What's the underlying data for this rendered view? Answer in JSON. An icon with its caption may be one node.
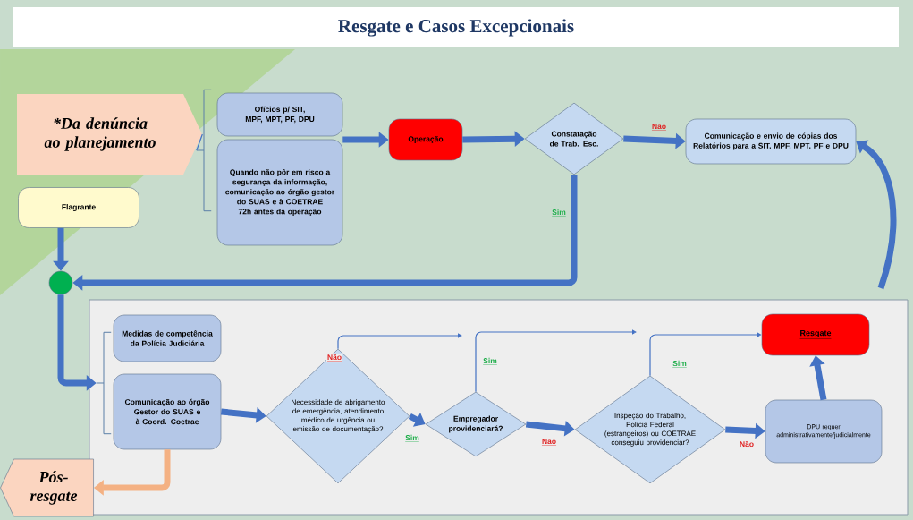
{
  "diagram": {
    "title": "Resgate e Casos Excepcionais",
    "nodes": [
      {
        "text": [
          "*Da denúncia ao planejamento"
        ]
      },
      {
        "text": [
          "Ofícios p/ SIT, MPF, MPT, PF, DPU"
        ]
      },
      {
        "text": [
          "Quando não pôr em risco a segurança da informação, comunicação ao órgão gestor do SUAS e à COETRAE 72h antes da operação"
        ]
      },
      {
        "text": [
          "Operação"
        ]
      },
      {
        "text": [
          "Constatação de Trab. Esc."
        ]
      },
      {
        "text": [
          "Comunicação e envio de cópias dos Relatórios para a SIT, MPF, MPT, PF e DPU"
        ]
      },
      {
        "text": [
          "Flagrante"
        ]
      },
      {
        "text": [],
        "shape": "circle"
      },
      {
        "text": [
          "Medidas de competência da Polícia Judiciária"
        ]
      },
      {
        "text": [
          "Comunicação ao órgão Gestor do SUAS e à Coord. Coetrae"
        ]
      },
      {
        "text": [
          "Necessidade de abrigamento de emergência, atendimento médico de urgência ou emissão de documentação?"
        ]
      },
      {
        "text": [
          "Empregador providenciará?"
        ]
      },
      {
        "text": [
          "Inspeção do Trabalho, Polícia Federal (estrangeiros) ou COETRAE conseguiu providenciar?"
        ]
      },
      {
        "text": [
          "DPU requer administrativamente/judicialmente"
        ]
      },
      {
        "text": [
          "Resgate"
        ]
      },
      {
        "text": [
          "Pós-resgate"
        ]
      },
      {
        "text": [],
        "shape": "bracket"
      },
      {
        "text": [],
        "shape": "bracket"
      }
    ],
    "edges": [
      {
        "from": 1,
        "to": 3,
        "arrow": "to"
      },
      {
        "from": 3,
        "to": 4,
        "arrow": "to"
      },
      {
        "from": 4,
        "to": 5,
        "arrow": "to",
        "label": "Não"
      },
      {
        "from": 4,
        "to": 7,
        "arrow": "to",
        "label": "Sim"
      },
      {
        "from": null,
        "to": 5,
        "arrow": "to"
      },
      {
        "from": 6,
        "to": 7,
        "arrow": "to"
      },
      {
        "from": 7,
        "to": 17,
        "arrow": "to"
      },
      {
        "from": 9,
        "to": 10,
        "arrow": "to"
      },
      {
        "from": 10,
        "to": 11,
        "arrow": "to",
        "label": "Sim"
      },
      {
        "from": 10,
        "to": null,
        "arrow": "to",
        "label": "Não"
      },
      {
        "from": 11,
        "to": 12,
        "arrow": "to",
        "label": "Não"
      },
      {
        "from": 11,
        "to": null,
        "arrow": "to",
        "label": "Sim"
      },
      {
        "from": 12,
        "to": 13,
        "arrow": "to",
        "label": "Não"
      },
      {
        "from": 12,
        "to": 14,
        "arrow": "to",
        "label": "Sim"
      },
      {
        "from": 13,
        "to": 14,
        "arrow": "to"
      },
      {
        "from": 9,
        "to": 15,
        "arrow": "to",
        "color": "#f4b183"
      },
      {
        "from": 0,
        "to": 16,
        "arrow": "none"
      }
    ]
  }
}
